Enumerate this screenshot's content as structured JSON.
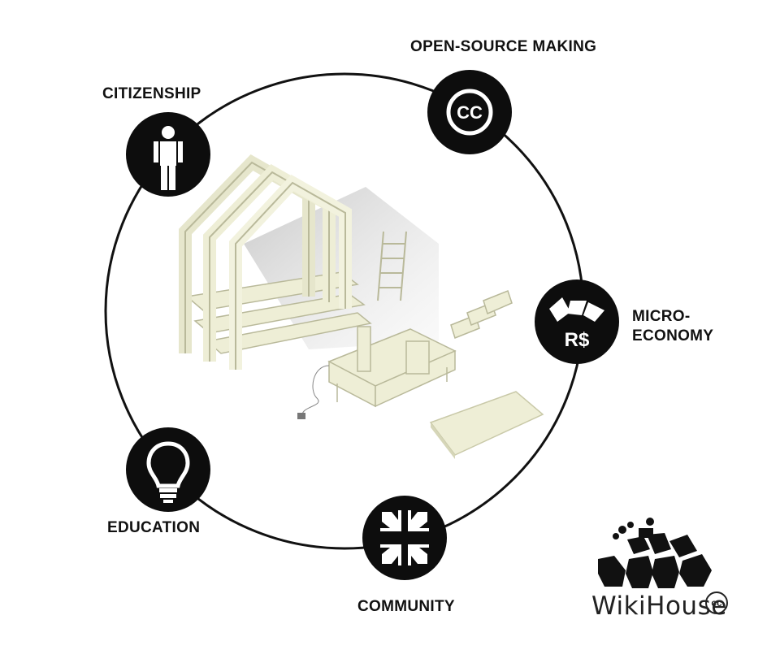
{
  "diagram": {
    "nodes": [
      {
        "id": "open-source",
        "label": "OPEN-SOURCE MAKING",
        "icon": "creative-commons-icon",
        "icon_text": "CC"
      },
      {
        "id": "citizenship",
        "label": "CITIZENSHIP",
        "icon": "person-icon"
      },
      {
        "id": "micro-economy",
        "label_line1": "MICRO-",
        "label_line2": "ECONOMY",
        "icon": "recycle-currency-icon",
        "icon_text": "R$"
      },
      {
        "id": "education",
        "label": "EDUCATION",
        "icon": "lightbulb-icon"
      },
      {
        "id": "community",
        "label": "COMMUNITY",
        "icon": "converging-arrows-icon"
      }
    ],
    "center_illustration": "wikihouse-frame-and-cnc-illustration"
  },
  "logo": {
    "wordmark": "WikiHouse",
    "badge": "cc",
    "icon": "wikihouse-logo-icon"
  },
  "colors": {
    "node_fill": "#0d0d0d",
    "ring": "#111111",
    "wood": "#eeeed6",
    "wood_edge": "#b9b99a"
  }
}
